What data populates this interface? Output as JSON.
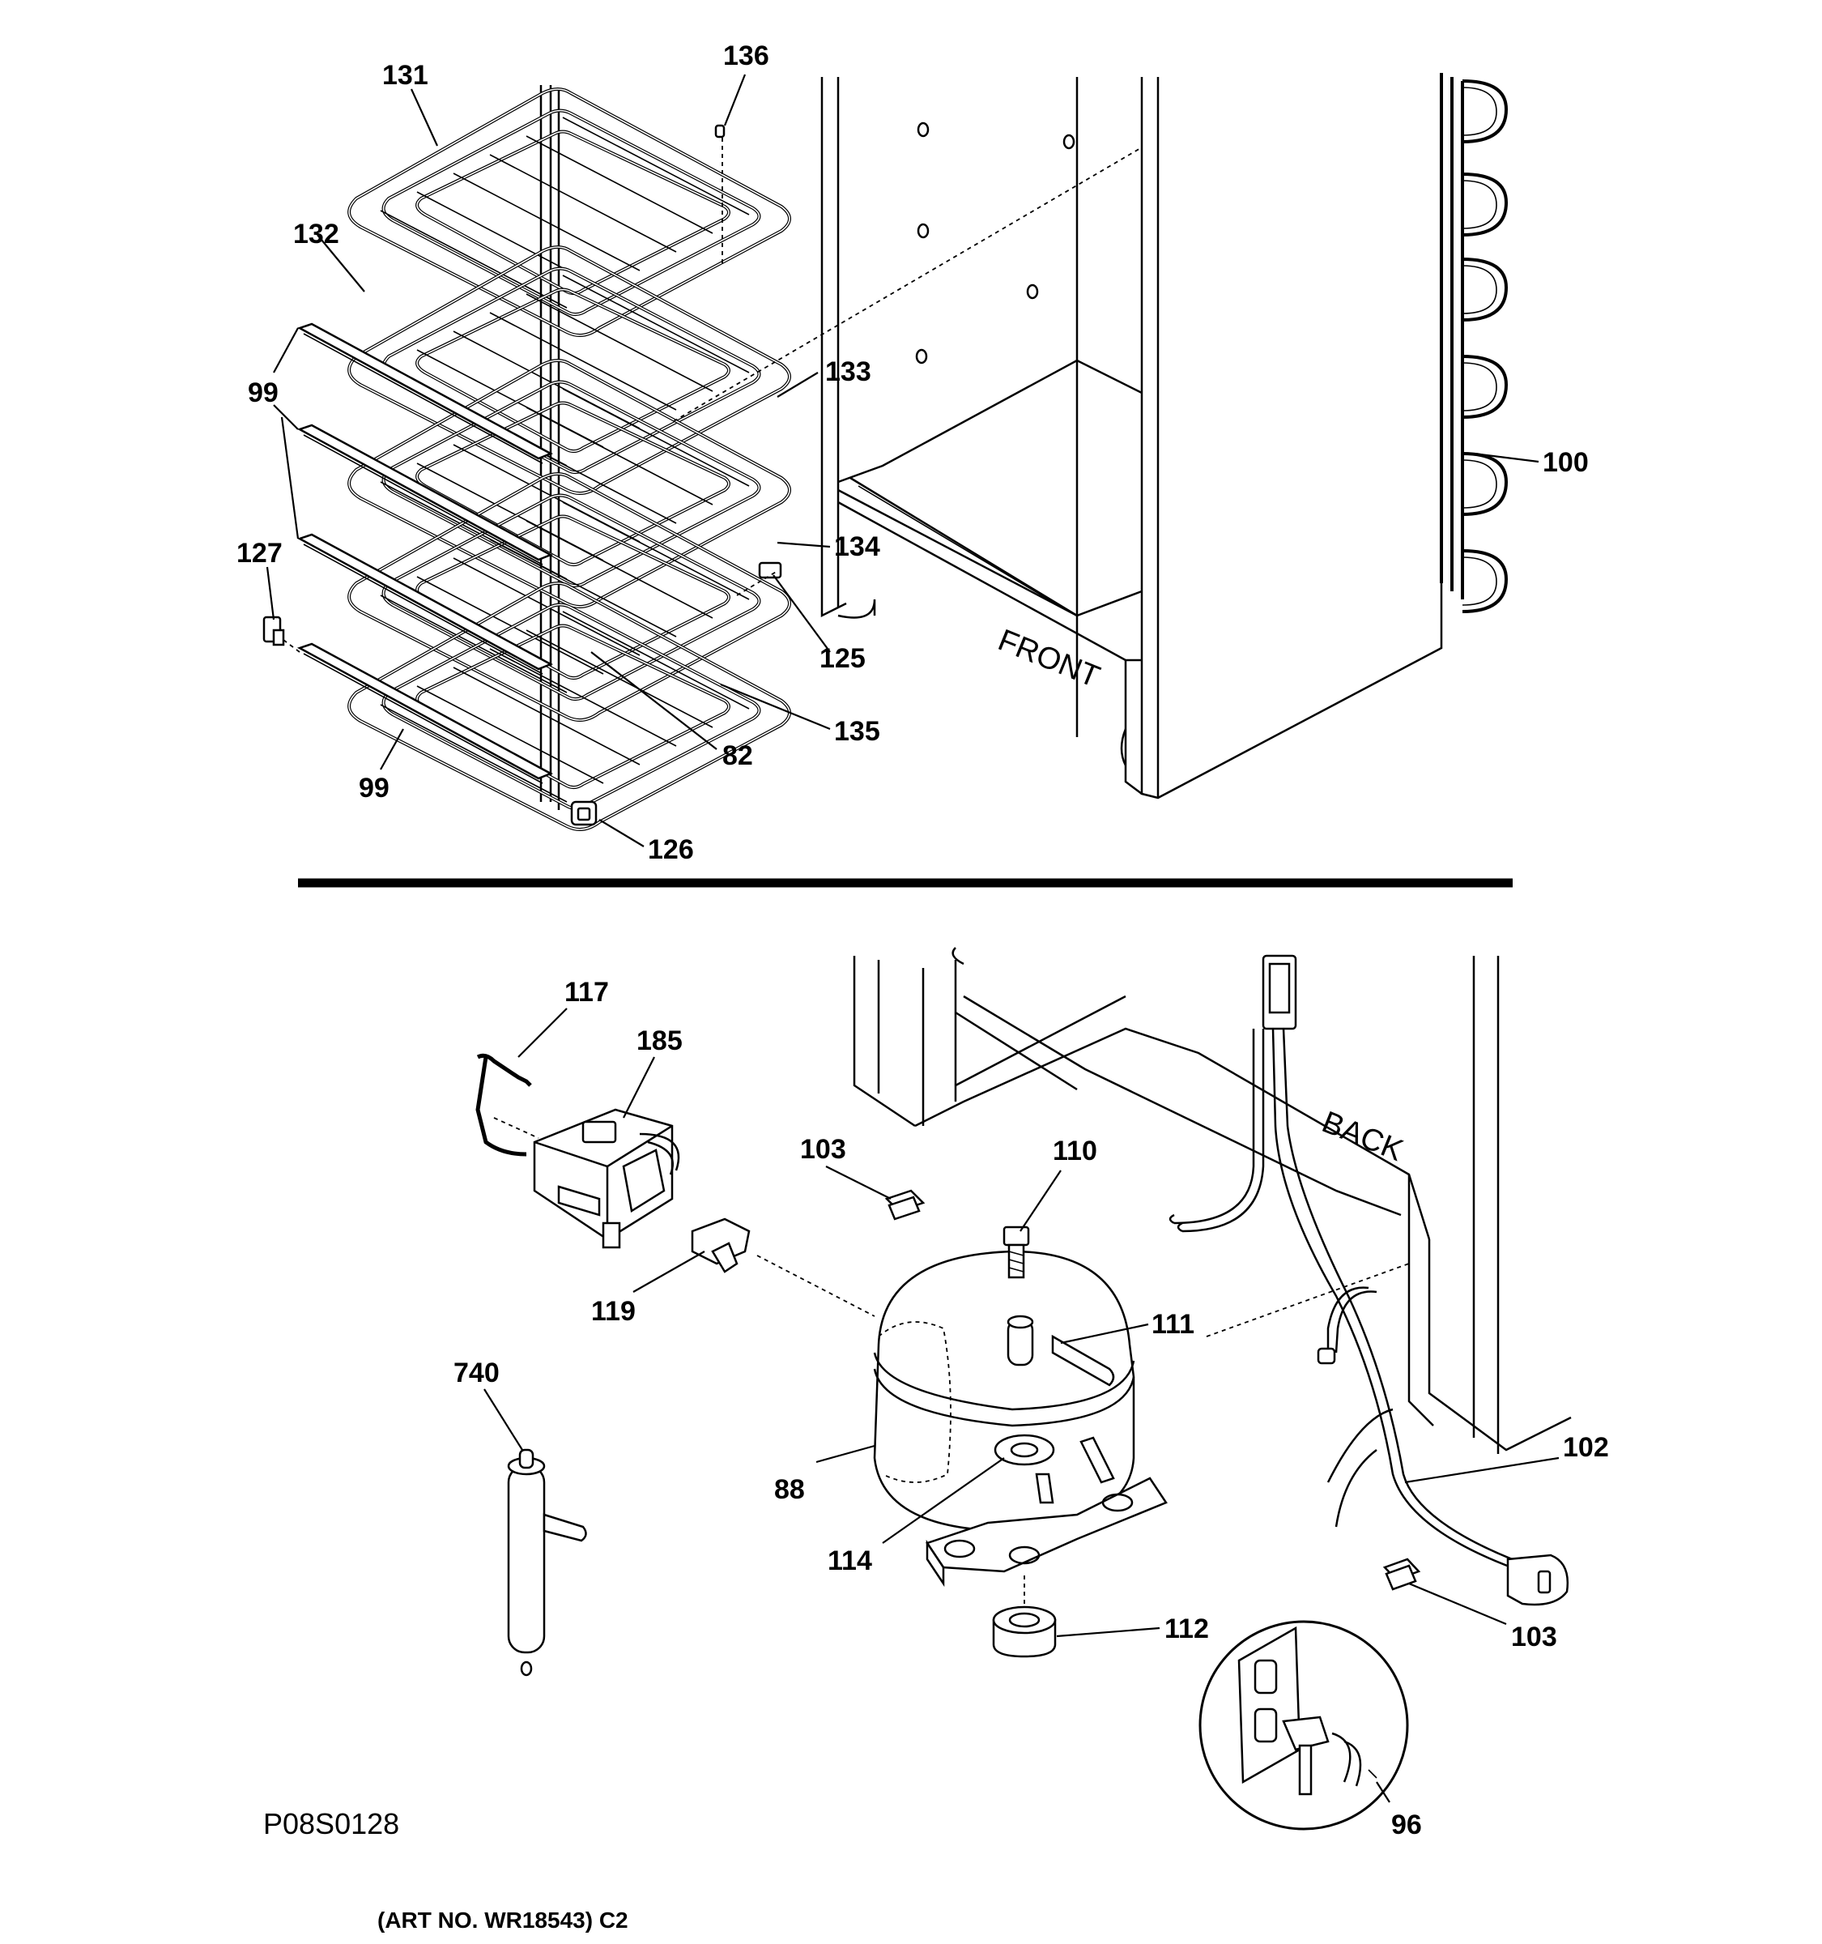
{
  "diagram": {
    "callouts": {
      "c131": "131",
      "c136": "136",
      "c132": "132",
      "c99a": "99",
      "c133": "133",
      "c100": "100",
      "c127": "127",
      "c134": "134",
      "c125": "125",
      "c135": "135",
      "c82": "82",
      "c99b": "99",
      "c126": "126",
      "c117": "117",
      "c185": "185",
      "c103a": "103",
      "c110": "110",
      "c111": "111",
      "c119": "119",
      "c740": "740",
      "c88": "88",
      "c102": "102",
      "c114": "114",
      "c112": "112",
      "c103b": "103",
      "c96": "96"
    },
    "cabinet_labels": {
      "front": "FRONT",
      "back": "BACK"
    },
    "figure_id": "P08S0128",
    "art_no": "(ART NO. WR18543) C2"
  }
}
